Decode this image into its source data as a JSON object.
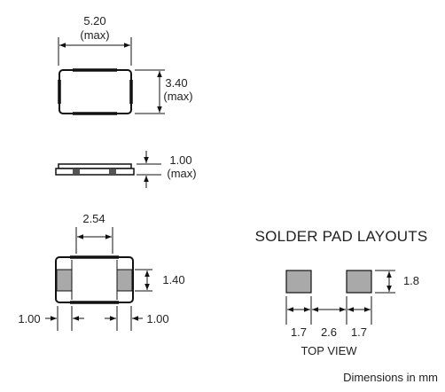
{
  "colors": {
    "line": "#111111",
    "text": "#222222",
    "body_fill": "#ffffff",
    "pad_fill": "#a9a9a9",
    "pad_stroke": "#111111"
  },
  "top_view": {
    "width_value": "5.20",
    "width_note": "(max)",
    "height_value": "3.40",
    "height_note": "(max)"
  },
  "side_view": {
    "thickness_value": "1.00",
    "thickness_note": "(max)"
  },
  "bottom_view": {
    "pad_pitch": "2.54",
    "pad_height": "1.40",
    "left_offset": "1.00",
    "right_offset": "1.00"
  },
  "solder_pad_layouts": {
    "title": "SOLDER PAD LAYOUTS",
    "pad_height": "1.8",
    "pad_width_left": "1.7",
    "gap": "2.6",
    "pad_width_right": "1.7",
    "view_label": "TOP VIEW"
  },
  "footer": {
    "units_note": "Dimensions in mm"
  }
}
